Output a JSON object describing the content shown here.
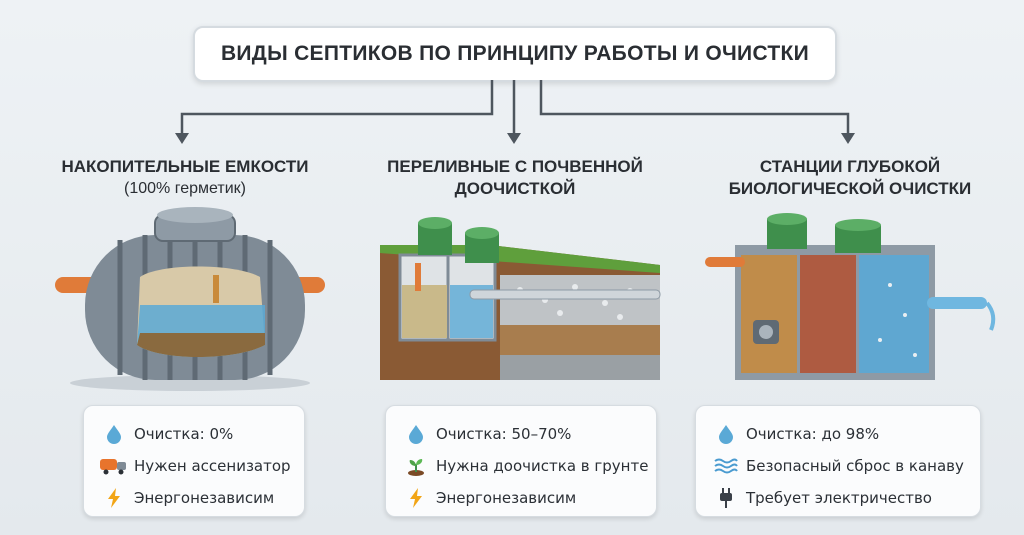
{
  "header": {
    "title": "ВИДЫ СЕПТИКОВ ПО ПРИНЦИПУ РАБОТЫ И ОЧИСТКИ"
  },
  "columns": [
    {
      "title": "НАКОПИТЕЛЬНЫЕ ЕМКОСТИ",
      "subtitle": "(100% герметик)",
      "features": [
        {
          "icon": "water-drop-icon",
          "text": "Очистка: 0%"
        },
        {
          "icon": "truck-icon",
          "text": "Нужен ассенизатор"
        },
        {
          "icon": "lightning-icon",
          "text": "Энергонезависим"
        }
      ]
    },
    {
      "title": "ПЕРЕЛИВНЫЕ С ПОЧВЕННОЙ",
      "title_line2": "ДООЧИСТКОЙ",
      "features": [
        {
          "icon": "water-drop-icon",
          "text": "Очистка: 50–70%"
        },
        {
          "icon": "sprout-icon",
          "text": "Нужна доочистка в грунте"
        },
        {
          "icon": "lightning-icon",
          "text": "Энергонезависим"
        }
      ]
    },
    {
      "title": "СТАНЦИИ ГЛУБОКОЙ",
      "title_line2": "БИОЛОГИЧЕСКОЙ ОЧИСТКИ",
      "features": [
        {
          "icon": "water-drop-icon",
          "text": "Очистка: до 98%"
        },
        {
          "icon": "waves-icon",
          "text": "Безопасный сброс в канаву"
        },
        {
          "icon": "plug-icon",
          "text": "Требует электричество"
        }
      ]
    }
  ],
  "colors": {
    "water": "#5aa9d6",
    "pipe": "#e07b39",
    "lid": "#3f8f4c",
    "tank": "#7f8b96",
    "lightning": "#f2a516",
    "truck": "#e8742c"
  }
}
